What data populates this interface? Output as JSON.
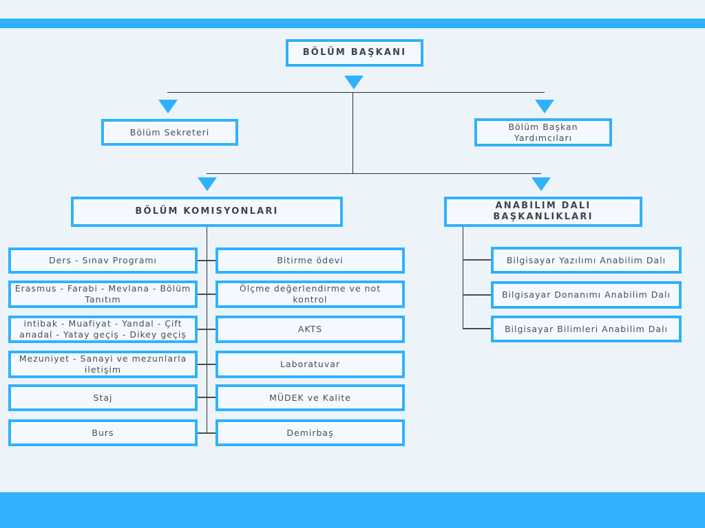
{
  "colors": {
    "accent": "#2fb1fc",
    "background": "#ecf4fa",
    "node_fill": "#f3f9fe",
    "node_text": "#474e54",
    "connector": "#2f2f2f"
  },
  "root": {
    "label": "BÖLÜM BAŞKANI"
  },
  "level2": {
    "secretary": "Bölüm Sekreteri",
    "deputies": "Bölüm Başkan Yardımcıları"
  },
  "commissions": {
    "title": "BÖLÜM KOMISYONLARI",
    "left_items": [
      "Ders - Sınav Programı",
      "Erasmus - Farabi - Mevlana - Bölüm Tanıtım",
      "intibak - Muafiyat - Yandal - Çift anadal - Yatay geçiş - Dikey geçiş",
      "Mezuniyet - Sanayi ve mezunlarla iletişim",
      "Staj",
      "Burs"
    ],
    "right_items": [
      "Bitirme ödevi",
      "Ölçme değerlendirme ve not kontrol",
      "AKTS",
      "Laboratuvar",
      "MÜDEK ve Kalite",
      "Demirbaş"
    ]
  },
  "departments": {
    "title": "ANABILIM DALI BAŞKANLIKLARI",
    "items": [
      "Bilgisayar Yazılımı Anabilim Dalı",
      "Bilgisayar Donanımı Anabilim Dalı",
      "Bilgisayar Bilimleri Anabilim Dalı"
    ]
  }
}
